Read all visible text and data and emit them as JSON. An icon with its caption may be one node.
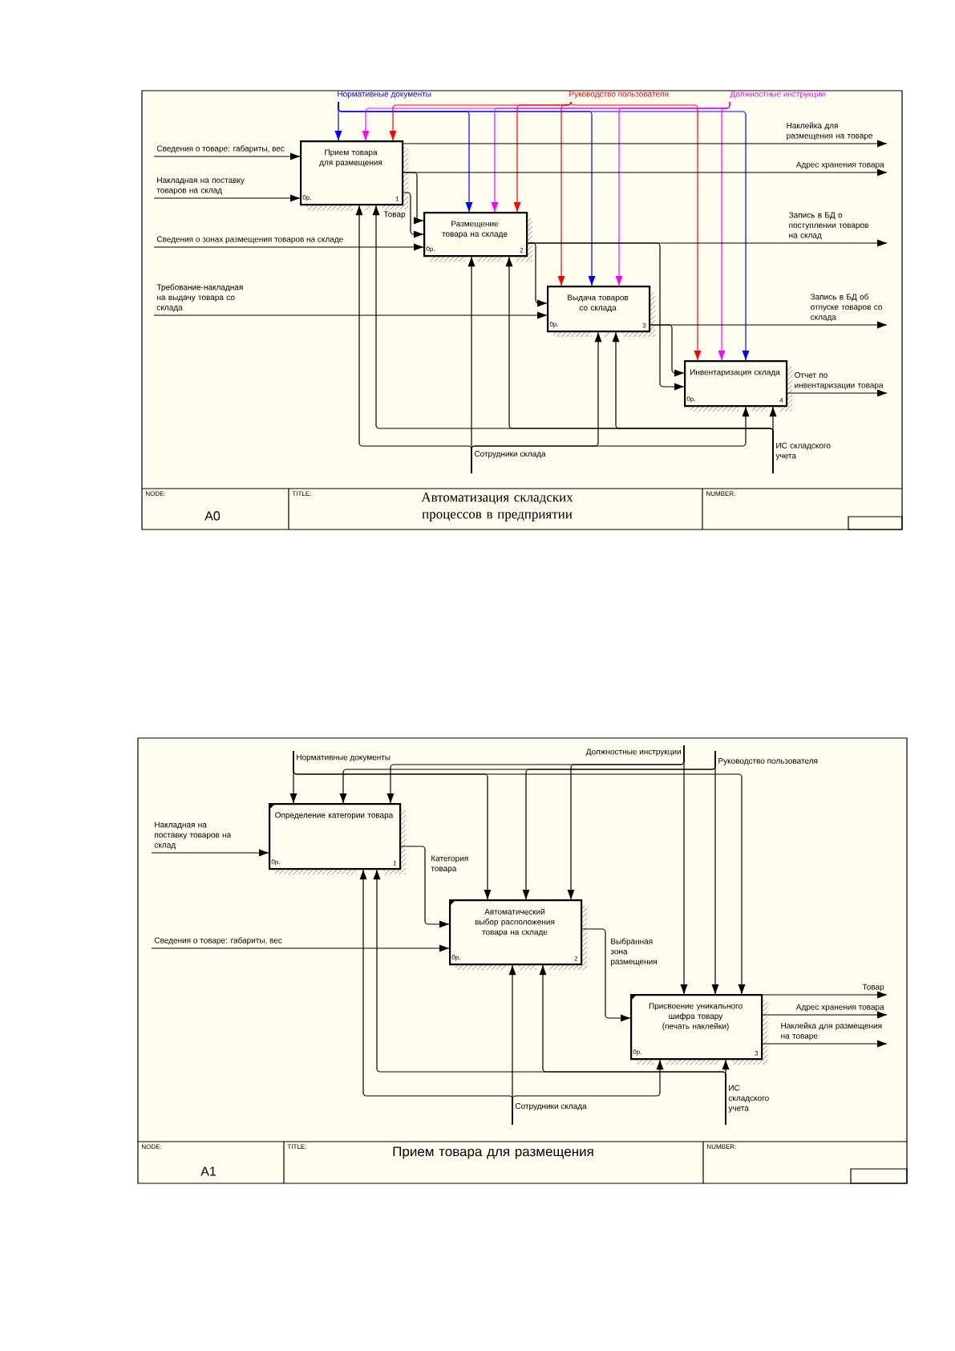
{
  "diagram": {
    "nodes": [
      {
        "text": [
          "Прием товара для размещения",
          "0р.",
          "1"
        ]
      },
      {
        "text": [
          "Размещение товара на складе",
          "0р.",
          "2"
        ]
      },
      {
        "text": [
          "Выдача товаров со склада",
          "0р.",
          "3"
        ]
      },
      {
        "text": [
          "Инвентаризация склада",
          "0р.",
          "4"
        ]
      },
      {
        "text": [
          "Нормативные документы"
        ]
      },
      {
        "text": [
          "Руководство пользователя"
        ]
      },
      {
        "text": [
          "Должностные инструкции"
        ]
      },
      {
        "text": [
          "Сведения о товаре: габариты, вес"
        ]
      },
      {
        "text": [
          "Накладная на поставку товаров на склад"
        ]
      },
      {
        "text": [
          "Сведения о зонах размещения товаров на складе"
        ]
      },
      {
        "text": [
          "Требование-накладная на выдачу товара со склада"
        ]
      },
      {
        "text": [
          "Наклейка для размещения на товаре"
        ]
      },
      {
        "text": [
          "Адрес хранения товара"
        ]
      },
      {
        "text": [
          "Запись в БД о поступлении товаров на склад"
        ]
      },
      {
        "text": [
          "Запись в БД об отпуске товаров со склада"
        ]
      },
      {
        "text": [
          "Отчет по инвентаризации товара"
        ]
      },
      {
        "text": [
          "Сотрудники склада"
        ]
      },
      {
        "text": [
          "ИС складского учета"
        ]
      },
      {
        "text": [
          "Определение категории товара",
          "0р.",
          "1"
        ]
      },
      {
        "text": [
          "Автоматический выбор расположения товара на складе",
          "0р.",
          "2"
        ]
      },
      {
        "text": [
          "Присвоение уникального шифра товару (печать наклейки)",
          "0р.",
          "3"
        ]
      },
      {
        "text": [
          "Нормативные документы"
        ]
      },
      {
        "text": [
          "Должностные инструкции"
        ]
      },
      {
        "text": [
          "Руководство пользователя"
        ]
      },
      {
        "text": [
          "Накладная на поставку товаров на склад"
        ]
      },
      {
        "text": [
          "Сведения о товаре: габариты, вес"
        ]
      },
      {
        "text": [
          "Товар"
        ]
      },
      {
        "text": [
          "Адрес хранения товара"
        ]
      },
      {
        "text": [
          "Наклейка для размещения на товаре"
        ]
      },
      {
        "text": [
          "Сотрудники склада"
        ]
      },
      {
        "text": [
          "ИС складского учета"
        ]
      }
    ],
    "edges": [
      {
        "from": 4,
        "to": 0,
        "arrow": "to",
        "color": "#0000ff"
      },
      {
        "from": 4,
        "to": 1,
        "arrow": "to",
        "color": "#0000ff"
      },
      {
        "from": 4,
        "to": 2,
        "arrow": "to",
        "color": "#0000ff"
      },
      {
        "from": 4,
        "to": 3,
        "arrow": "to",
        "color": "#0000ff"
      },
      {
        "from": 5,
        "to": 0,
        "arrow": "to",
        "color": "#ff0000"
      },
      {
        "from": 5,
        "to": 1,
        "arrow": "to",
        "color": "#ff0000"
      },
      {
        "from": 5,
        "to": 2,
        "arrow": "to",
        "color": "#ff0000"
      },
      {
        "from": 5,
        "to": 3,
        "arrow": "to",
        "color": "#ff0000"
      },
      {
        "from": 6,
        "to": 0,
        "arrow": "to",
        "color": "#ff00ff"
      },
      {
        "from": 6,
        "to": 1,
        "arrow": "to",
        "color": "#ff00ff"
      },
      {
        "from": 6,
        "to": 2,
        "arrow": "to",
        "color": "#ff00ff"
      },
      {
        "from": 6,
        "to": 3,
        "arrow": "to",
        "color": "#ff00ff"
      },
      {
        "from": 7,
        "to": 0,
        "arrow": "to"
      },
      {
        "from": 8,
        "to": 0,
        "arrow": "to"
      },
      {
        "from": 9,
        "to": 1,
        "arrow": "to"
      },
      {
        "from": 10,
        "to": 2,
        "arrow": "to"
      },
      {
        "from": 0,
        "to": 1,
        "arrow": "to",
        "label": "Товар"
      },
      {
        "from": 0,
        "to": 1,
        "arrow": "to"
      },
      {
        "from": 1,
        "to": 2,
        "arrow": "to"
      },
      {
        "from": 1,
        "to": 3,
        "arrow": "to"
      },
      {
        "from": 2,
        "to": 3,
        "arrow": "to"
      },
      {
        "from": 0,
        "to": 11,
        "arrow": "to"
      },
      {
        "from": 0,
        "to": 12,
        "arrow": "to"
      },
      {
        "from": 1,
        "to": 13,
        "arrow": "to"
      },
      {
        "from": 2,
        "to": 14,
        "arrow": "to"
      },
      {
        "from": 3,
        "to": 15,
        "arrow": "to"
      },
      {
        "from": 16,
        "to": 0,
        "arrow": "to"
      },
      {
        "from": 16,
        "to": 1,
        "arrow": "to"
      },
      {
        "from": 16,
        "to": 2,
        "arrow": "to"
      },
      {
        "from": 16,
        "to": 3,
        "arrow": "to"
      },
      {
        "from": 17,
        "to": 0,
        "arrow": "to"
      },
      {
        "from": 17,
        "to": 1,
        "arrow": "to"
      },
      {
        "from": 17,
        "to": 2,
        "arrow": "to"
      },
      {
        "from": 17,
        "to": 3,
        "arrow": "to"
      },
      {
        "from": 21,
        "to": 18,
        "arrow": "to"
      },
      {
        "from": 21,
        "to": 19,
        "arrow": "to"
      },
      {
        "from": 21,
        "to": 20,
        "arrow": "to"
      },
      {
        "from": 22,
        "to": 18,
        "arrow": "to"
      },
      {
        "from": 22,
        "to": 19,
        "arrow": "to"
      },
      {
        "from": 22,
        "to": 20,
        "arrow": "to"
      },
      {
        "from": 23,
        "to": 18,
        "arrow": "to"
      },
      {
        "from": 23,
        "to": 19,
        "arrow": "to"
      },
      {
        "from": 23,
        "to": 20,
        "arrow": "to"
      },
      {
        "from": 24,
        "to": 18,
        "arrow": "to"
      },
      {
        "from": 25,
        "to": 19,
        "arrow": "to"
      },
      {
        "from": 18,
        "to": 19,
        "arrow": "to",
        "label": "Категория товара"
      },
      {
        "from": 19,
        "to": 20,
        "arrow": "to",
        "label": "Выбранная зона размещения"
      },
      {
        "from": 20,
        "to": 26,
        "arrow": "to"
      },
      {
        "from": 20,
        "to": 27,
        "arrow": "to"
      },
      {
        "from": 20,
        "to": 28,
        "arrow": "to"
      },
      {
        "from": 29,
        "to": 18,
        "arrow": "to"
      },
      {
        "from": 29,
        "to": 19,
        "arrow": "to"
      },
      {
        "from": 29,
        "to": 20,
        "arrow": "to"
      },
      {
        "from": 30,
        "to": 18,
        "arrow": "to"
      },
      {
        "from": 30,
        "to": 19,
        "arrow": "to"
      },
      {
        "from": 30,
        "to": 20,
        "arrow": "to"
      }
    ],
    "labels": [
      "NODE:",
      "A0",
      "TITLE:",
      "Автоматизация складских процессов в предприятии",
      "NUMBER:",
      "NODE:",
      "A1",
      "TITLE:",
      "Прием товара для размещения",
      "NUMBER:"
    ]
  }
}
